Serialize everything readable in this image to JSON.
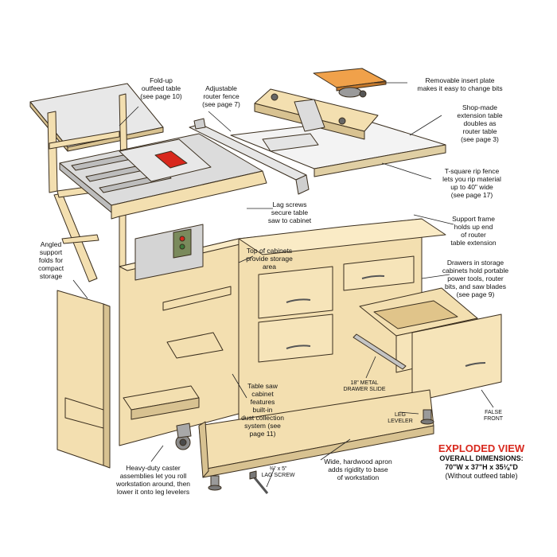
{
  "callouts": {
    "outfeed_table": "Fold-up\noutfeed table\n(see page 10)",
    "router_fence": "Adjustable\nrouter fence\n(see page 7)",
    "insert_plate": "Removable insert plate\nmakes it easy to change bits",
    "extension_table": "Shop-made\nextension table\ndoubles as\nrouter table\n(see page 3)",
    "rip_fence": "T-square rip fence\nlets you rip material\nup to 40\" wide\n(see page 17)",
    "support_frame": "Support frame\nholds up end\nof router\ntable extension",
    "drawers": "Drawers in storage\ncabinets hold portable\npower tools, router\nbits, and saw blades\n(see page 9)",
    "lag_screws": "Lag screws\nsecure table\nsaw to cabinet",
    "top_cabinets": "Top of cabinets\nprovide storage\narea",
    "angled_support": "Angled\nsupport\nfolds for\ncompact\nstorage",
    "saw_cabinet": "Table saw\ncabinet\nfeatures\nbuilt-in\ndust collection\nsystem (see\npage 11)",
    "drawer_slide": "18\" METAL\nDRAWER SLIDE",
    "leg_leveler": "LEG\nLEVELER",
    "false_front": "FALSE\nFRONT",
    "apron": "Wide, hardwood apron\nadds rigidity to base\nof workstation",
    "lag_screw": "⅜\" x 5\"\nLAG SCREW",
    "caster": "Heavy-duty caster\nassemblies let you roll\nworkstation around, then\nlower it onto leg levelers"
  },
  "title_block": {
    "title": "EXPLODED VIEW",
    "dimensions_label": "OVERALL DIMENSIONS:",
    "dimensions_value": "70\"W x 37\"H x 35⅛\"D",
    "note": "(Without outfeed table)"
  },
  "colors": {
    "wood": "#f3dfb0",
    "metal": "#dcdcdc",
    "blade": "#d8281d",
    "insert_plate": "#f0a14a",
    "title_red": "#d8281d"
  }
}
